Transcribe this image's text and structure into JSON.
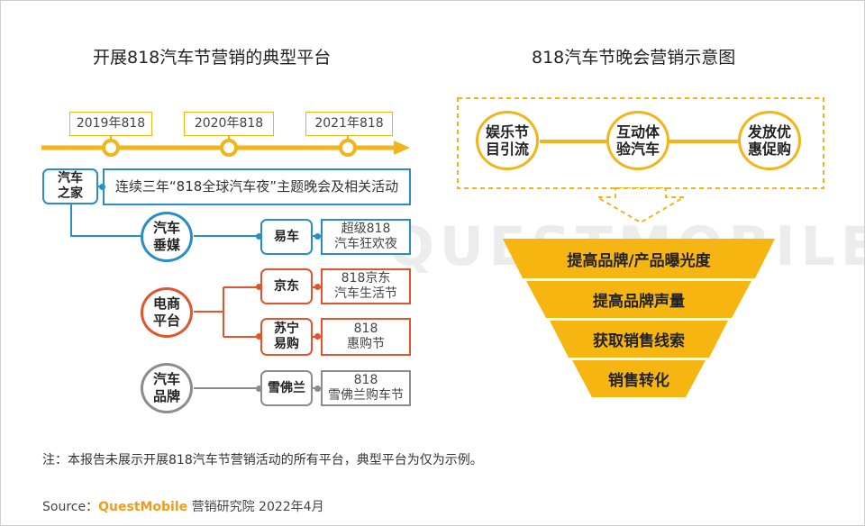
{
  "left": {
    "title": "开展818汽车节营销的典型平台",
    "years": [
      "2019年818",
      "2020年818",
      "2021年818"
    ],
    "autohome": {
      "label": "汽车\n之家",
      "event": "连续三年“818全球汽车夜”主题晚会及相关活动"
    },
    "auto_media": {
      "label": "汽车\n垂媒",
      "platform": "易车",
      "event": "超级818\n汽车狂欢夜"
    },
    "ecommerce": {
      "label": "电商\n平台",
      "platforms": [
        {
          "name": "京东",
          "event": "818京东\n汽车生活节"
        },
        {
          "name": "苏宁\n易购",
          "event": "818\n惠购节"
        }
      ]
    },
    "auto_brand": {
      "label": "汽车\n品牌",
      "platform": "雪佛兰",
      "event": "818\n雪佛兰购车节"
    }
  },
  "right": {
    "title": "818汽车节晚会营销示意图",
    "circles": [
      "娱乐节\n目引流",
      "互动体\n验汽车",
      "发放优\n惠促购"
    ],
    "funnel": [
      "提高品牌/产品曝光度",
      "提高品牌声量",
      "获取销售线索",
      "销售转化"
    ]
  },
  "watermark": "QUESTMOBILE",
  "note": "注：本报告未展示开展818汽车节营销活动的所有平台，典型平台为仅为示例。",
  "source": {
    "prefix": "Source：",
    "brand": "QuestMobile",
    "suffix": " 营销研究院 2022年4月"
  },
  "colors": {
    "accent": "#f2b418",
    "blue": "#2a8ec6",
    "red": "#e1542c",
    "gray": "#8c8c8c",
    "brand_orange": "#f29b1d"
  }
}
